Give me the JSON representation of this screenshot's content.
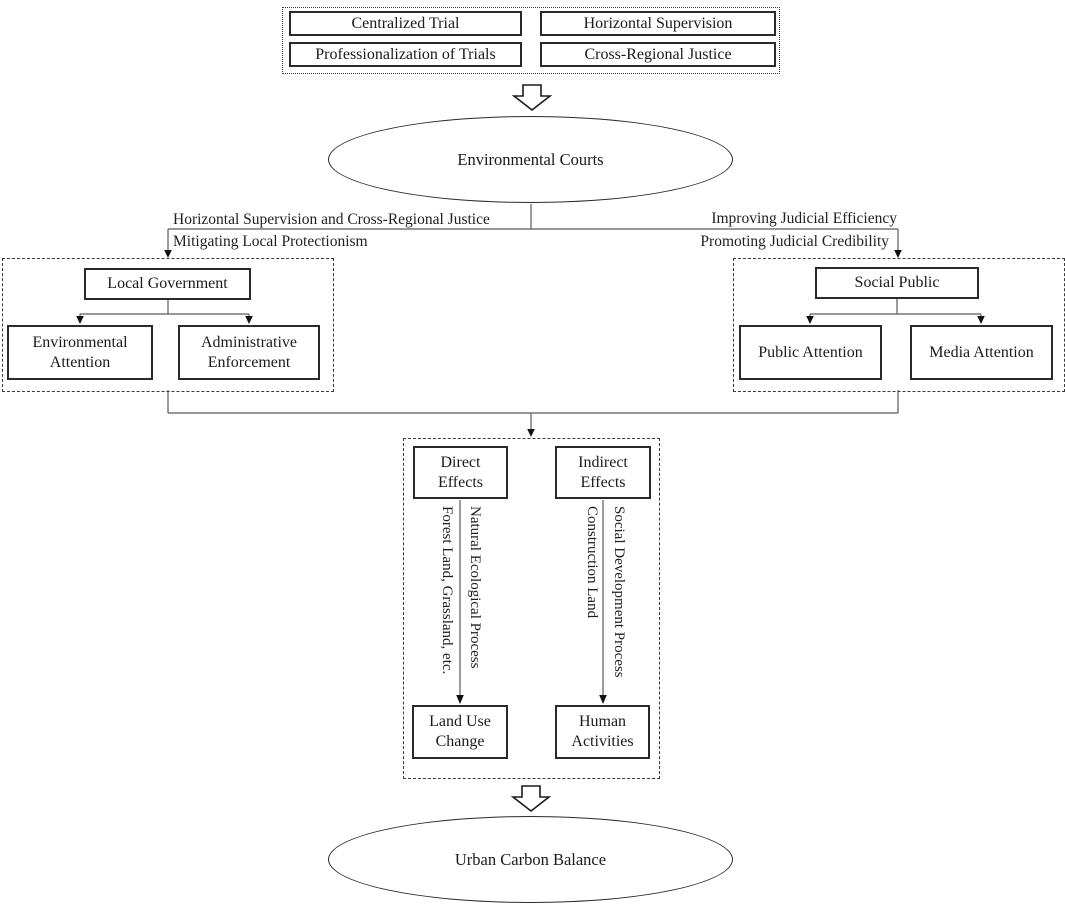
{
  "diagram": {
    "type": "flowchart",
    "top_group": {
      "items": [
        "Centralized Trial",
        "Horizontal Supervision",
        "Professionalization of Trials",
        "Cross-Regional Justice"
      ]
    },
    "courts_ellipse": {
      "label": "Environmental Courts"
    },
    "left_branch": {
      "line1": "Horizontal Supervision and Cross-Regional Justice",
      "line2": "Mitigating Local Protectionism"
    },
    "right_branch": {
      "line1": "Improving Judicial Efficiency",
      "line2": "Promoting Judicial Credibility"
    },
    "left_group": {
      "parent": "Local Government",
      "children": [
        "Environmental Attention",
        "Administrative Enforcement"
      ]
    },
    "right_group": {
      "parent": "Social Public",
      "children": [
        "Public Attention",
        "Media Attention"
      ]
    },
    "middle_group": {
      "top_nodes": [
        "Direct Effects",
        "Indirect Effects"
      ],
      "left_arrow_outer_label": "Forest Land, Grassland, etc.",
      "left_arrow_inner_label": "Natural Ecological Process",
      "right_arrow_inner_label": "Construction Land",
      "right_arrow_outer_label": "Social Development Process",
      "bottom_nodes": [
        "Land Use Change",
        "Human Activities"
      ]
    },
    "balance_ellipse": {
      "label": "Urban Carbon Balance"
    },
    "colors": {
      "text": "#1a1a1a",
      "box_border": "#2a2a2a",
      "connector_line": "#5a5a5a",
      "arrowhead": "#111111",
      "background": "#ffffff"
    }
  }
}
